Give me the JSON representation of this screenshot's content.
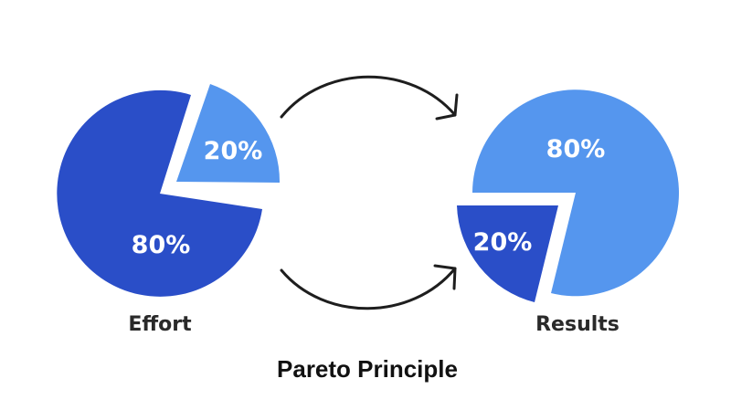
{
  "title": "Pareto Principle",
  "colors": {
    "dark": "#2a4ec8",
    "light": "#5596ee",
    "arrow": "#1e1e1e",
    "caption": "#2a2a2a"
  },
  "pies": [
    {
      "caption": "Effort",
      "slices": [
        {
          "label": "80%",
          "value": 80,
          "color": "dark",
          "exploded": false
        },
        {
          "label": "20%",
          "value": 20,
          "color": "light",
          "exploded": true
        }
      ]
    },
    {
      "caption": "Results",
      "slices": [
        {
          "label": "80%",
          "value": 80,
          "color": "light",
          "exploded": false
        },
        {
          "label": "20%",
          "value": 20,
          "color": "dark",
          "exploded": true
        }
      ]
    }
  ],
  "arrows": [
    {
      "from": "Effort",
      "to": "Results",
      "position": "top"
    },
    {
      "from": "Effort",
      "to": "Results",
      "position": "bottom"
    }
  ]
}
